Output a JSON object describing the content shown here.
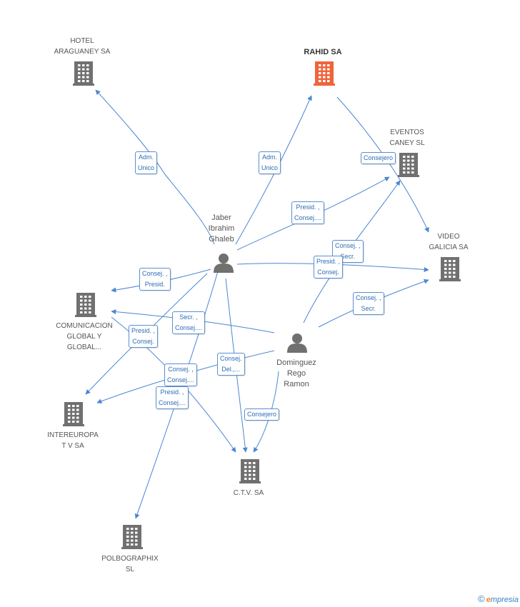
{
  "colors": {
    "edge": "#4a86d4",
    "building": "#707070",
    "building_main": "#f0643c",
    "person": "#707070"
  },
  "nodes": [
    {
      "id": "hotel",
      "type": "company",
      "label": "HOTEL\nARAGUANEY SA",
      "main": false
    },
    {
      "id": "rahid",
      "type": "company",
      "label": "RAHID SA",
      "main": true
    },
    {
      "id": "eventos",
      "type": "company",
      "label": "EVENTOS\nCANEY  SL",
      "main": false
    },
    {
      "id": "video",
      "type": "company",
      "label": "VIDEO\nGALICIA SA",
      "main": false
    },
    {
      "id": "comunicacion",
      "type": "company",
      "label": "COMUNICACION\nGLOBAL Y\nGLOBAL...",
      "main": false
    },
    {
      "id": "intereuropa",
      "type": "company",
      "label": "INTEREUROPA\nT V SA",
      "main": false
    },
    {
      "id": "ctv",
      "type": "company",
      "label": "C.T.V. SA",
      "main": false
    },
    {
      "id": "polbographix",
      "type": "company",
      "label": "POLBOGRAPHIX\nSL",
      "main": false
    },
    {
      "id": "jaber",
      "type": "person",
      "label": "Jaber\nIbrahim\nGhaleb"
    },
    {
      "id": "dominguez",
      "type": "person",
      "label": "Dominguez\nRego\nRamon"
    }
  ],
  "edge_labels": [
    {
      "id": "e1",
      "text": "Adm.\nUnico"
    },
    {
      "id": "e2",
      "text": "Adm.\nUnico"
    },
    {
      "id": "e3",
      "text": "Consejero"
    },
    {
      "id": "e4",
      "text": "Presid. ,\nConsej...."
    },
    {
      "id": "e5",
      "text": "Consej. ,\nSecr."
    },
    {
      "id": "e6",
      "text": "Presid. ,\nConsej."
    },
    {
      "id": "e7",
      "text": "Consej. ,\nPresid."
    },
    {
      "id": "e8",
      "text": "Consej. ,\nSecr."
    },
    {
      "id": "e9",
      "text": "Secr. ,\nConsej...."
    },
    {
      "id": "e10",
      "text": "Presid. ,\nConsej."
    },
    {
      "id": "e11",
      "text": "Consej.\nDel.,..."
    },
    {
      "id": "e12",
      "text": "Consej. ,\nConsej...."
    },
    {
      "id": "e13",
      "text": "Presid. ,\nConsej...."
    },
    {
      "id": "e14",
      "text": "Consejero"
    }
  ],
  "footer": {
    "copyright": "©",
    "brand_initial": "e",
    "brand_rest": "mpresia"
  }
}
